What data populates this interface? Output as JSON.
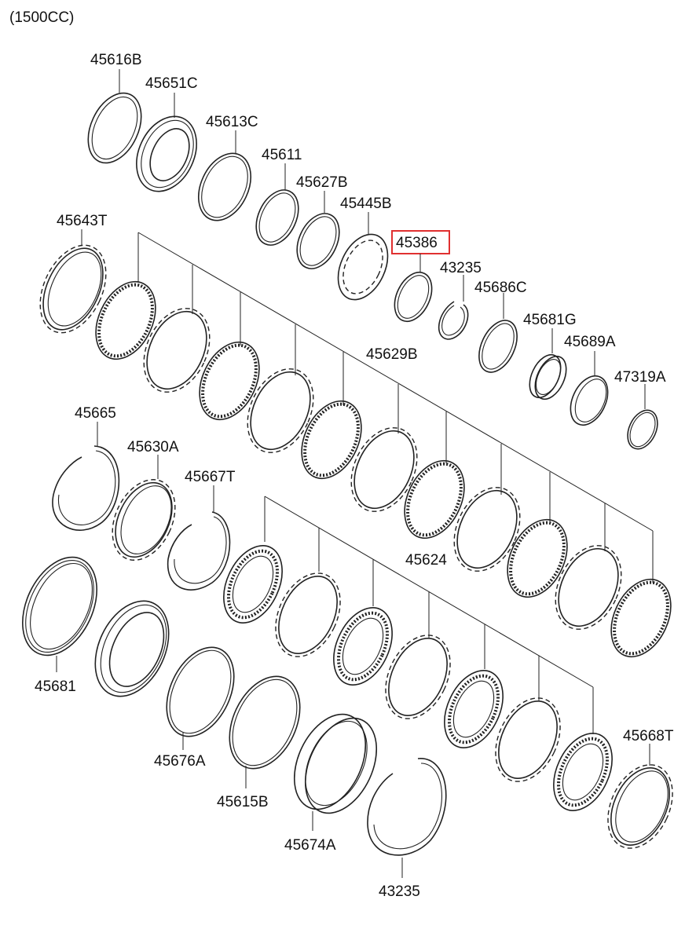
{
  "variant_label": "(1500CC)",
  "highlight_color": "#e03030",
  "parts": [
    {
      "id": "p45616B",
      "code": "45616B"
    },
    {
      "id": "p45651C",
      "code": "45651C"
    },
    {
      "id": "p45613C",
      "code": "45613C"
    },
    {
      "id": "p45611",
      "code": "45611"
    },
    {
      "id": "p45627B",
      "code": "45627B"
    },
    {
      "id": "p45445B",
      "code": "45445B"
    },
    {
      "id": "p45386",
      "code": "45386",
      "highlighted": true
    },
    {
      "id": "p43235a",
      "code": "43235"
    },
    {
      "id": "p45686C",
      "code": "45686C"
    },
    {
      "id": "p45681G",
      "code": "45681G"
    },
    {
      "id": "p45689A",
      "code": "45689A"
    },
    {
      "id": "p47319A",
      "code": "47319A"
    },
    {
      "id": "p45643T",
      "code": "45643T"
    },
    {
      "id": "p45629B",
      "code": "45629B"
    },
    {
      "id": "p45665",
      "code": "45665"
    },
    {
      "id": "p45630A",
      "code": "45630A"
    },
    {
      "id": "p45667T",
      "code": "45667T"
    },
    {
      "id": "p45624",
      "code": "45624"
    },
    {
      "id": "p45681",
      "code": "45681"
    },
    {
      "id": "p45676A",
      "code": "45676A"
    },
    {
      "id": "p45615B",
      "code": "45615B"
    },
    {
      "id": "p45674A",
      "code": "45674A"
    },
    {
      "id": "p43235b",
      "code": "43235"
    },
    {
      "id": "p45668T",
      "code": "45668T"
    }
  ]
}
